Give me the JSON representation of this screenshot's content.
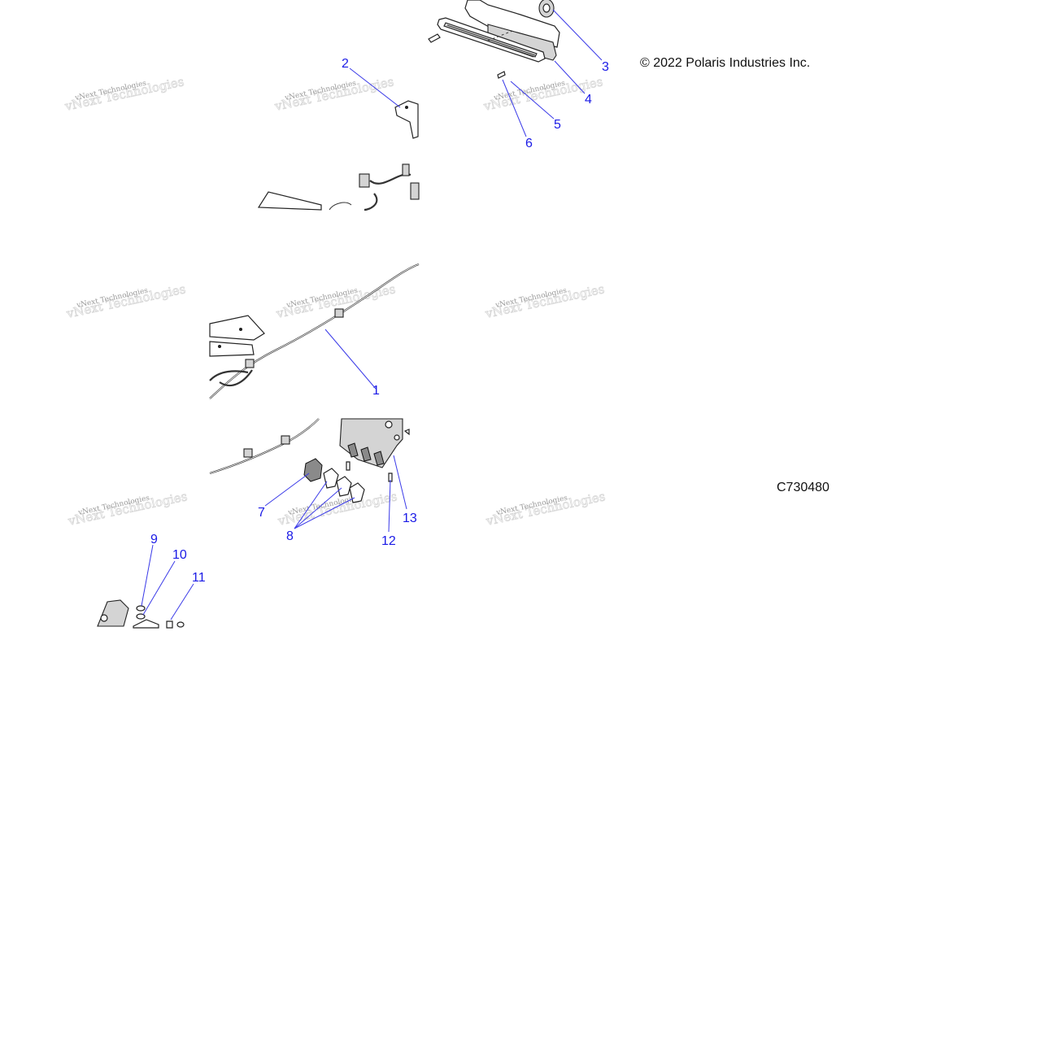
{
  "copyright": "© 2022 Polaris Industries Inc.",
  "figure_code": "C730480",
  "watermark": {
    "line1": "vNext Technologies",
    "line2": "vNext Technologies"
  },
  "callouts": {
    "c1": "1",
    "c2": "2",
    "c3": "3",
    "c4": "4",
    "c5": "5",
    "c6": "6",
    "c7": "7",
    "c8": "8",
    "c9": "9",
    "c10": "10",
    "c11": "11",
    "c12": "12",
    "c13": "13"
  },
  "colors": {
    "callout": "#1a1ae6",
    "leader": "#3a3ae8",
    "line_art": "#222222"
  }
}
